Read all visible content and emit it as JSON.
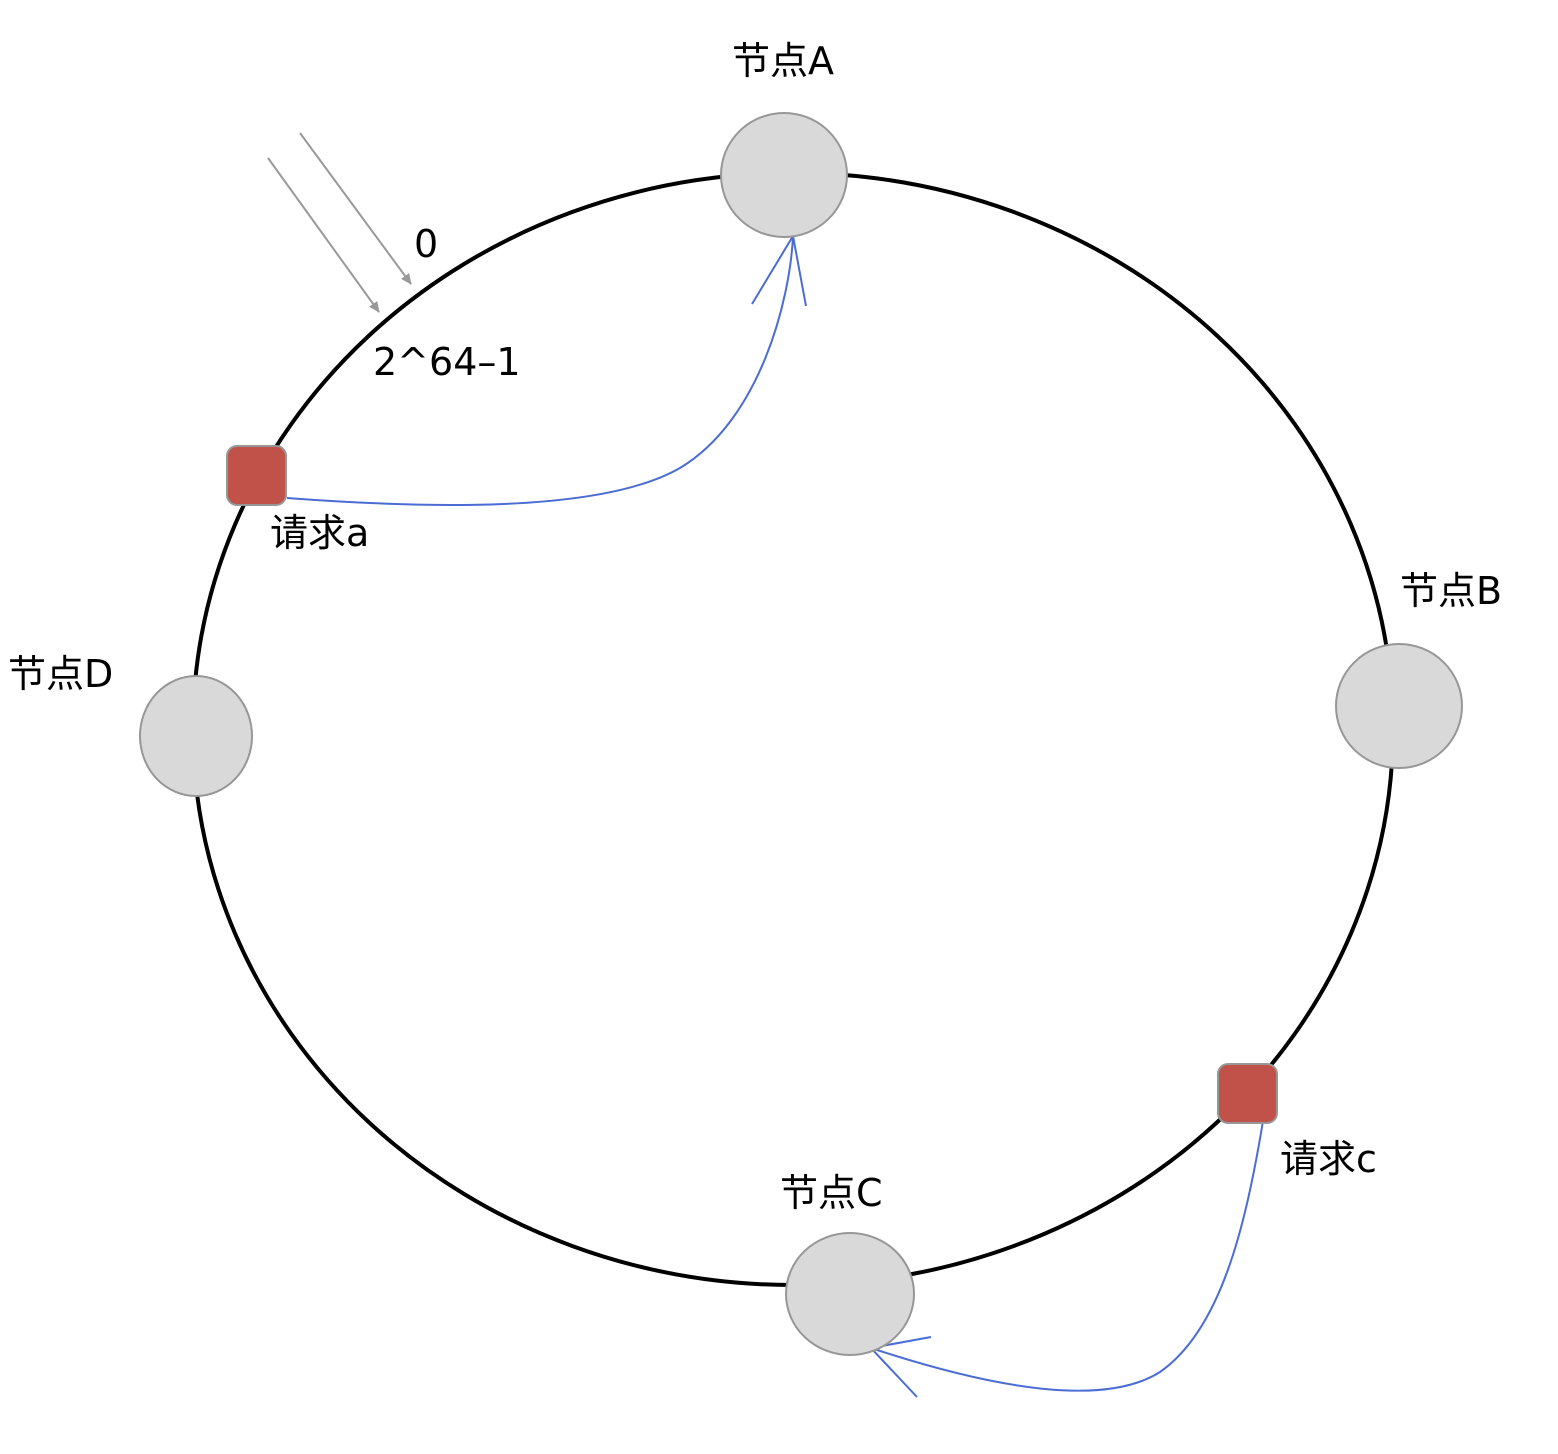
{
  "diagram": {
    "nodes": [
      {
        "id": "A",
        "label": "节点A"
      },
      {
        "id": "B",
        "label": "节点B"
      },
      {
        "id": "C",
        "label": "节点C"
      },
      {
        "id": "D",
        "label": "节点D"
      }
    ],
    "requests": [
      {
        "id": "a",
        "label": "请求a",
        "target": "A"
      },
      {
        "id": "c",
        "label": "请求c",
        "target": "C"
      }
    ],
    "ring_start_label": "0",
    "ring_end_label": "2^64–1"
  },
  "colors": {
    "ring": "#000000",
    "node_fill": "#d9d9d9",
    "node_stroke": "#979797",
    "request_fill": "#c0524a",
    "request_stroke": "#979797",
    "mapping_arrow": "#4a6cd4",
    "boundary_arrow": "#999999"
  }
}
